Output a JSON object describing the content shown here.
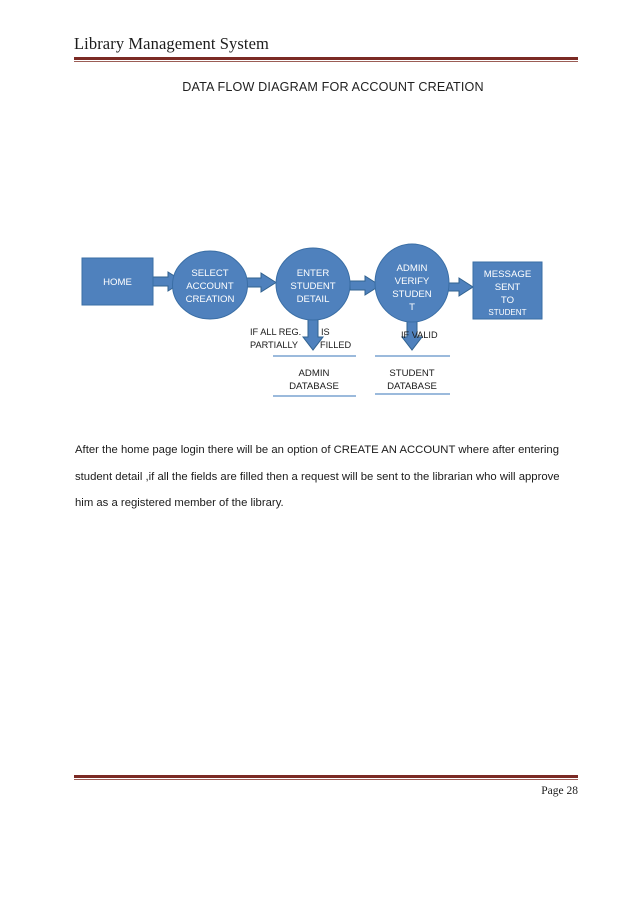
{
  "document": {
    "header_title": "Library Management System",
    "footer_page_label": "Page 28",
    "accent_rule_color": "#7b2a24"
  },
  "section": {
    "title": "DATA FLOW DIAGRAM FOR ACCOUNT CREATION"
  },
  "diagram": {
    "title": "Data Flow Diagram For Account Creation",
    "fill_color": "#4f81bd",
    "stroke_color": "#3a6ea5",
    "arrow_fill": "#4f81bd",
    "arrow_stroke": "#31628f",
    "store_line_color": "#7aa3d0",
    "nodes": [
      {
        "id": "home",
        "type": "rectangle",
        "lines": [
          "HOME"
        ]
      },
      {
        "id": "select-account-creation",
        "type": "ellipse",
        "lines": [
          "SELECT",
          "ACCOUNT",
          "CREATION"
        ]
      },
      {
        "id": "enter-student-detail",
        "type": "ellipse",
        "lines": [
          "ENTER",
          "STUDENT",
          "DETAIL"
        ]
      },
      {
        "id": "admin-verify-student",
        "type": "ellipse",
        "lines": [
          "ADMIN",
          "VERIFY",
          "STUDEN",
          "T"
        ]
      },
      {
        "id": "message-sent-to-student",
        "type": "rectangle",
        "lines": [
          "MESSAGE",
          "SENT",
          "TO"
        ],
        "small_lines": [
          "STUDENT"
        ]
      }
    ],
    "data_stores": [
      {
        "id": "admin-database",
        "lines": [
          "ADMIN",
          "DATABASE"
        ]
      },
      {
        "id": "student-database",
        "lines": [
          "STUDENT",
          "DATABASE"
        ]
      }
    ],
    "edge_labels": [
      {
        "id": "if-all-reg-is",
        "text": "IF ALL REG."
      },
      {
        "id": "is",
        "text": "IS"
      },
      {
        "id": "partially",
        "text": "PARTIALLY"
      },
      {
        "id": "filled",
        "text": "FILLED"
      },
      {
        "id": "if-valid",
        "text": "IF VALID"
      }
    ]
  },
  "body": {
    "paragraph": "After the home page login there will be an option of CREATE AN ACCOUNT where after entering student detail ,if all the fields are filled then a request will be sent to the librarian who will approve him as a registered member of the library."
  }
}
